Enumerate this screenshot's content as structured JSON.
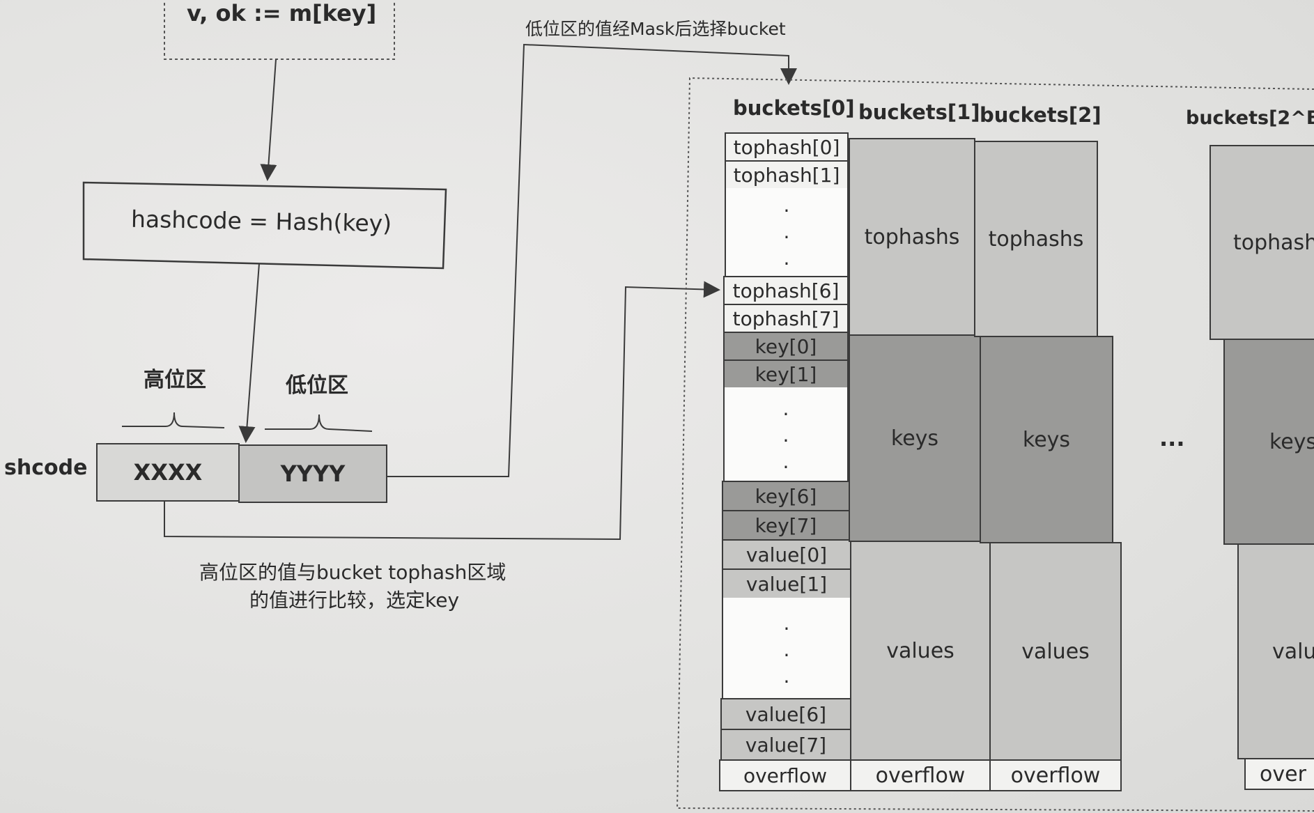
{
  "lookup": "v, ok := m[key]",
  "hash_box": "hashcode = Hash(key)",
  "high_label": "高位区",
  "low_label": "低位区",
  "hashcode_label": "shcode",
  "high_value": "XXXX",
  "low_value": "YYYY",
  "mask_note": "低位区的值经Mask后选择bucket",
  "compare_note_1": "高位区的值与bucket tophash区域",
  "compare_note_2": "的值进行比较，选定key",
  "bucket_headers": [
    "buckets[0]",
    "buckets[1]",
    "buckets[2]",
    "buckets[2^B-"
  ],
  "ellipsis": "...",
  "bucket0": {
    "tophash": [
      "tophash[0]",
      "tophash[1]",
      "tophash[6]",
      "tophash[7]"
    ],
    "keys": [
      "key[0]",
      "key[1]",
      "key[6]",
      "key[7]"
    ],
    "values": [
      "value[0]",
      "value[1]",
      "value[6]",
      "value[7]"
    ],
    "overflow": "overflow",
    "dot": "."
  },
  "bucket1": {
    "tophashs": "tophashs",
    "keys": "keys",
    "values": "values",
    "overflow": "overflow"
  },
  "bucket2": {
    "tophashs": "tophashs",
    "keys": "keys",
    "values": "values",
    "overflow": "overflow"
  },
  "bucketN": {
    "tophashs": "tophashs",
    "keys": "keys",
    "values": "valu",
    "overflow": "over"
  }
}
